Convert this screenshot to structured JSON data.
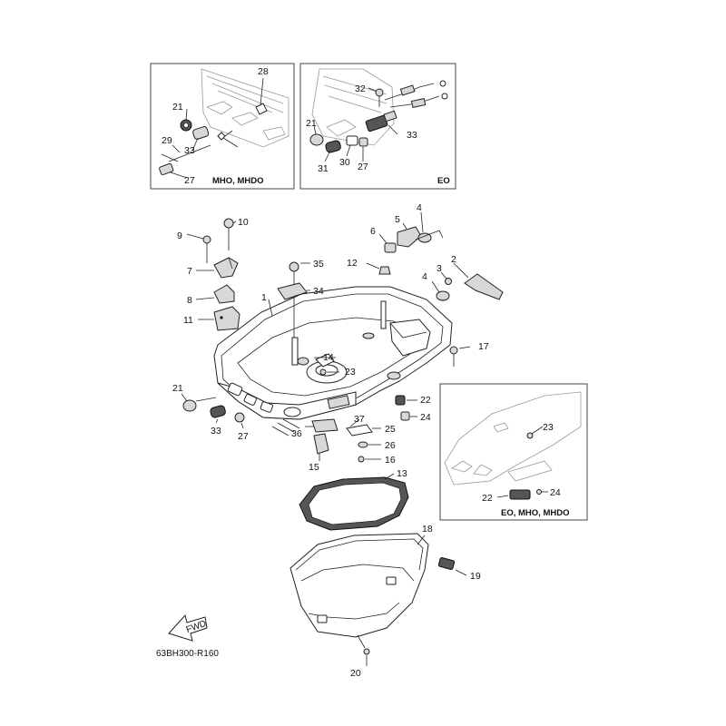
{
  "insets": {
    "top_left_caption": "MHO, MHDO",
    "top_right_caption": "EO",
    "bottom_right_caption": "EO, MHO, MHDO"
  },
  "diagram_code": "63BH300-R160",
  "fwd_arrow_text": "FWD",
  "callouts": {
    "tl": [
      "28",
      "21",
      "29",
      "33",
      "27"
    ],
    "tr": [
      "32",
      "21",
      "33",
      "31",
      "30",
      "27"
    ],
    "main": [
      "9",
      "10",
      "7",
      "8",
      "11",
      "35",
      "34",
      "1",
      "12",
      "6",
      "5",
      "4",
      "2",
      "3",
      "4",
      "17",
      "14",
      "23",
      "21",
      "33",
      "27",
      "36",
      "37",
      "25",
      "26",
      "15",
      "16",
      "22",
      "24",
      "13",
      "18",
      "19",
      "20"
    ],
    "br": [
      "23",
      "22",
      "24"
    ]
  }
}
